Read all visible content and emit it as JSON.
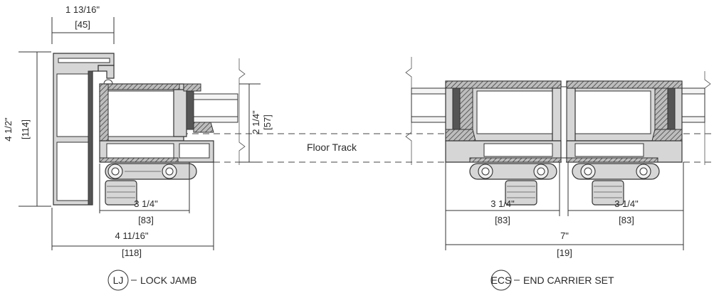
{
  "lock_jamb": {
    "top_width_imperial": "1 13/16\"",
    "top_width_metric": "[45]",
    "height_imperial": "4 1/2\"",
    "height_metric": "[114]",
    "track_height_imperial": "2 1/4\"",
    "track_height_metric": "[57]",
    "panel_width_imperial": "3 1/4\"",
    "panel_width_metric": "[83]",
    "overall_width_imperial": "4 11/16\"",
    "overall_width_metric": "[118]",
    "callout_code": "LJ",
    "callout_title": "LOCK JAMB"
  },
  "floor_track_label": "Floor Track",
  "end_carrier_set": {
    "left_panel_imperial": "3 1/4\"",
    "left_panel_metric": "[83]",
    "right_panel_imperial": "3 1/4\"",
    "right_panel_metric": "[83]",
    "overall_width_imperial": "7\"",
    "overall_width_metric": "[19]",
    "callout_code": "ECS",
    "callout_title": "END CARRIER SET"
  }
}
